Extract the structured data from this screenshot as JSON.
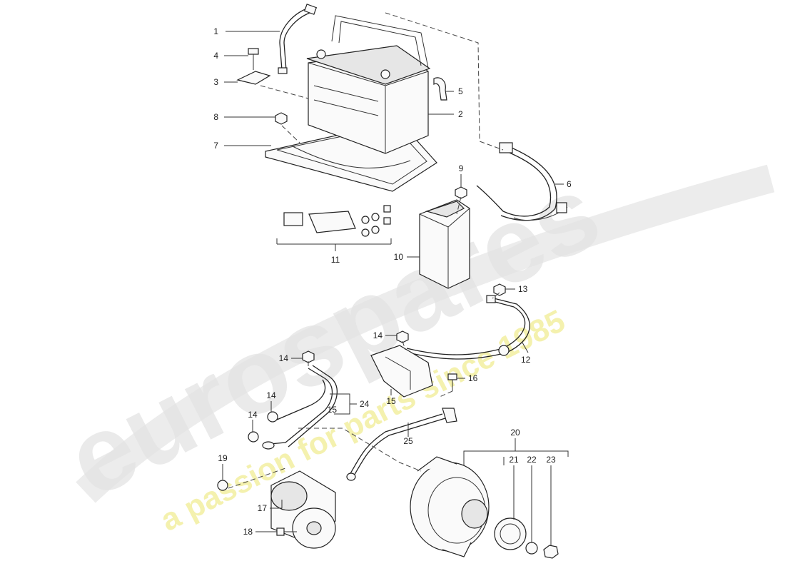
{
  "watermark": {
    "brand": "eurospares",
    "tagline": "a passion for parts since 1985"
  },
  "callouts": [
    {
      "id": "1",
      "label": "1"
    },
    {
      "id": "2",
      "label": "2"
    },
    {
      "id": "3",
      "label": "3"
    },
    {
      "id": "4",
      "label": "4"
    },
    {
      "id": "5",
      "label": "5"
    },
    {
      "id": "6",
      "label": "6"
    },
    {
      "id": "7",
      "label": "7"
    },
    {
      "id": "8",
      "label": "8"
    },
    {
      "id": "9",
      "label": "9"
    },
    {
      "id": "10",
      "label": "10"
    },
    {
      "id": "11",
      "label": "11"
    },
    {
      "id": "12",
      "label": "12"
    },
    {
      "id": "13",
      "label": "13"
    },
    {
      "id": "14a",
      "label": "14"
    },
    {
      "id": "14b",
      "label": "14"
    },
    {
      "id": "14c",
      "label": "14"
    },
    {
      "id": "14d",
      "label": "14"
    },
    {
      "id": "15a",
      "label": "15"
    },
    {
      "id": "15b",
      "label": "15"
    },
    {
      "id": "16",
      "label": "16"
    },
    {
      "id": "17",
      "label": "17"
    },
    {
      "id": "18",
      "label": "18"
    },
    {
      "id": "19",
      "label": "19"
    },
    {
      "id": "20",
      "label": "20"
    },
    {
      "id": "21",
      "label": "21"
    },
    {
      "id": "22",
      "label": "22"
    },
    {
      "id": "23",
      "label": "23"
    },
    {
      "id": "24",
      "label": "24"
    },
    {
      "id": "25",
      "label": "25"
    }
  ],
  "colors": {
    "watermark_gray": "#d9d9d9",
    "watermark_yellow": "#f2efa0",
    "line": "#222222"
  }
}
